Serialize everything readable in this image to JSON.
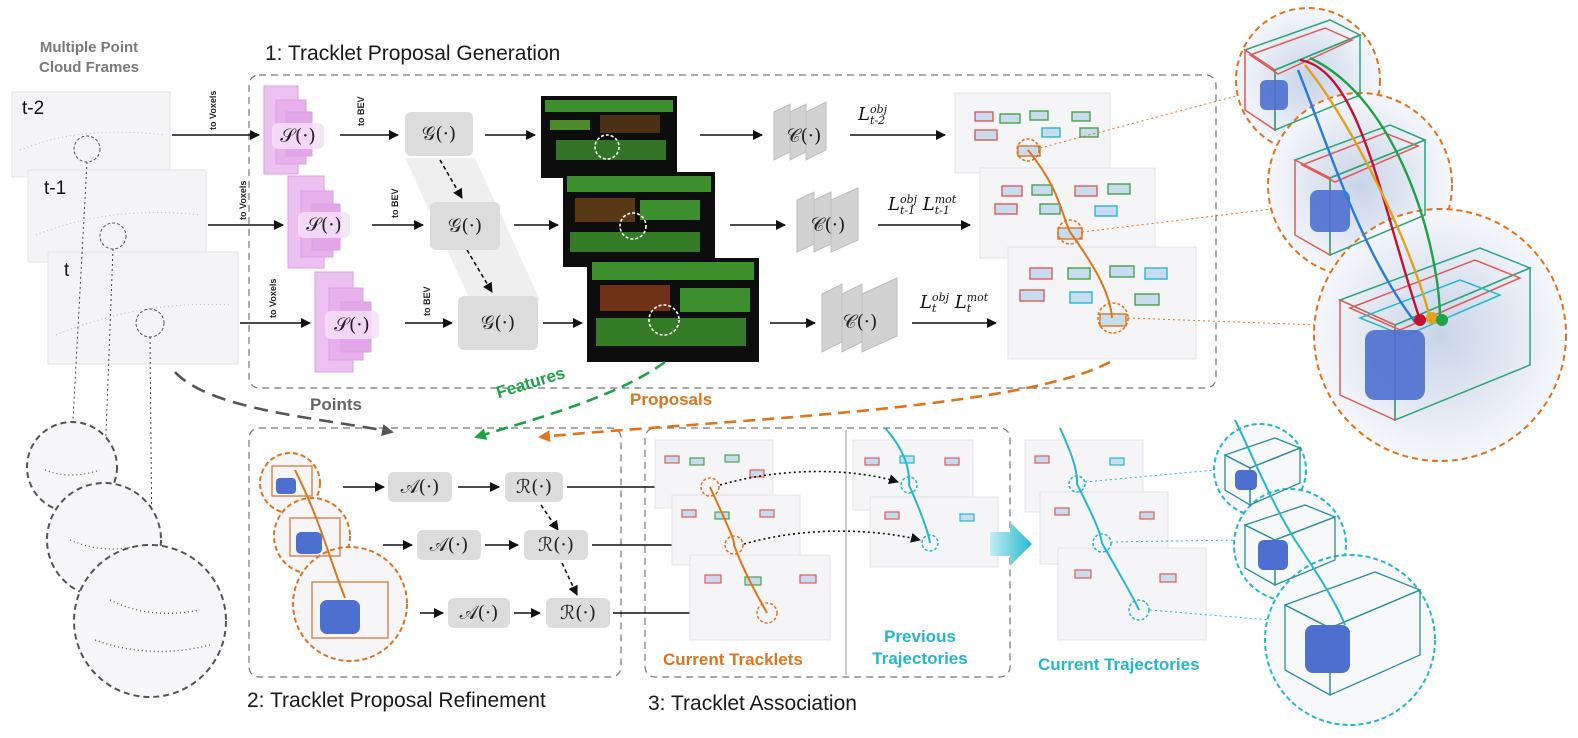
{
  "sections": {
    "s1": "1: Tracklet Proposal Generation",
    "s2": "2: Tracklet Proposal Refinement",
    "s3": "3: Tracklet Association"
  },
  "input_title_line1": "Multiple Point",
  "input_title_line2": "Cloud Frames",
  "frames": [
    "t-2",
    "t-1",
    "t"
  ],
  "small_labels": {
    "to_voxels": "to Voxels",
    "to_bev": "to BEV"
  },
  "ops": {
    "S": "𝒮(·)",
    "G": "𝒢(·)",
    "C": "𝒞(·)",
    "A": "𝒜(·)",
    "R": "ℛ(·)"
  },
  "losses": {
    "L": "L",
    "obj": "obj",
    "mot": "mot",
    "sub_t2": "t-2",
    "sub_t1": "t-1",
    "sub_t": "t"
  },
  "flow_labels": {
    "points": "Points",
    "features": "Features",
    "proposals": "Proposals"
  },
  "assoc_labels": {
    "current_tracklets": "Current Tracklets",
    "previous_line1": "Previous",
    "previous_line2": "Trajectories",
    "current_trajectories": "Current Trajectories"
  },
  "colors": {
    "orange": "#e0741c",
    "green": "#1fa14a",
    "cyan": "#26b7cf",
    "gray": "#6b6b6b",
    "pink_block": "#e9b8f0",
    "op_bg": "#dcdcdc"
  }
}
